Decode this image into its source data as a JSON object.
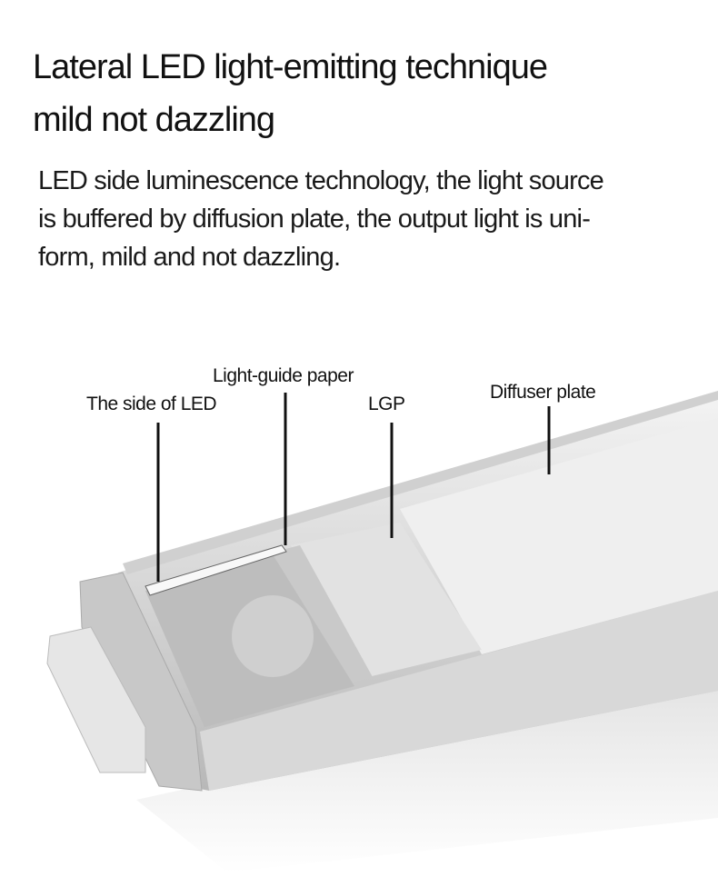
{
  "heading": {
    "line1": "Lateral LED light-emitting technique",
    "line2": "mild not dazzling"
  },
  "description": {
    "line1": "LED side luminescence technology, the light source",
    "line2": "is buffered by diffusion plate, the output light is uni-",
    "line3": "form, mild and not dazzling."
  },
  "labels": {
    "light_guide_paper": "Light-guide paper",
    "side_of_led": "The side of LED",
    "lgp": "LGP",
    "diffuser_plate": "Diffuser plate"
  }
}
